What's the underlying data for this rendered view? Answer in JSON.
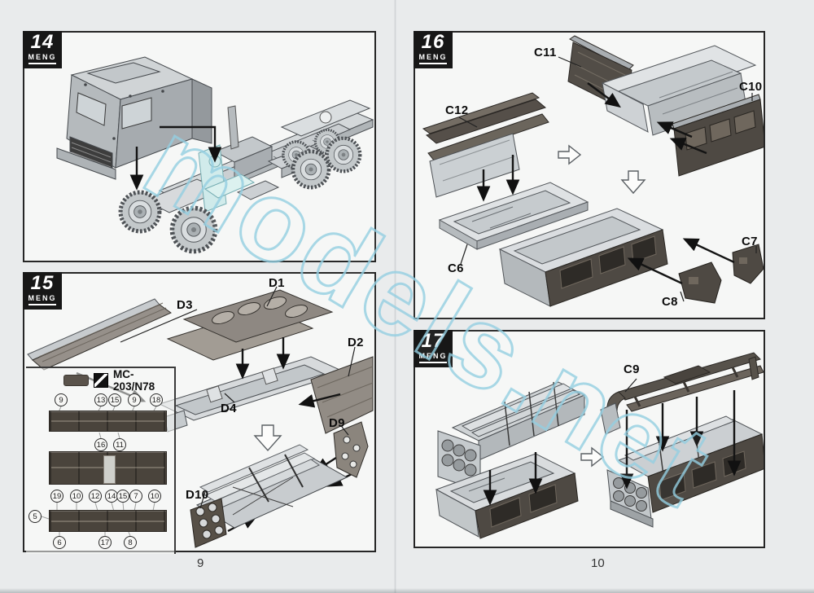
{
  "page": {
    "watermark": "models.net",
    "left_page_number": "9",
    "right_page_number": "10"
  },
  "step14": {
    "number": "14",
    "brand": "MENG"
  },
  "step15": {
    "number": "15",
    "brand": "MENG"
  },
  "step16": {
    "number": "16",
    "brand": "MENG"
  },
  "step17": {
    "number": "17",
    "brand": "MENG"
  },
  "labels15": {
    "d1": "D1",
    "d2": "D2",
    "d3": "D3",
    "d4": "D4",
    "d9": "D9",
    "d10": "D10"
  },
  "labels16": {
    "c6": "C6",
    "c7": "C7",
    "c8": "C8",
    "c10": "C10",
    "c11": "C11",
    "c12": "C12"
  },
  "labels17": {
    "c9": "C9"
  },
  "decal": {
    "code": "MC-203/N78",
    "strip1_top": [
      "9",
      "13",
      "15",
      "9",
      "18"
    ],
    "strip1_bottom": [
      "16",
      "11"
    ],
    "strip3_top": [
      "19",
      "10",
      "12",
      "14",
      "15",
      "7",
      "10"
    ],
    "strip3_left": "5",
    "strip3_bottom": [
      "6",
      "17",
      "8"
    ]
  }
}
